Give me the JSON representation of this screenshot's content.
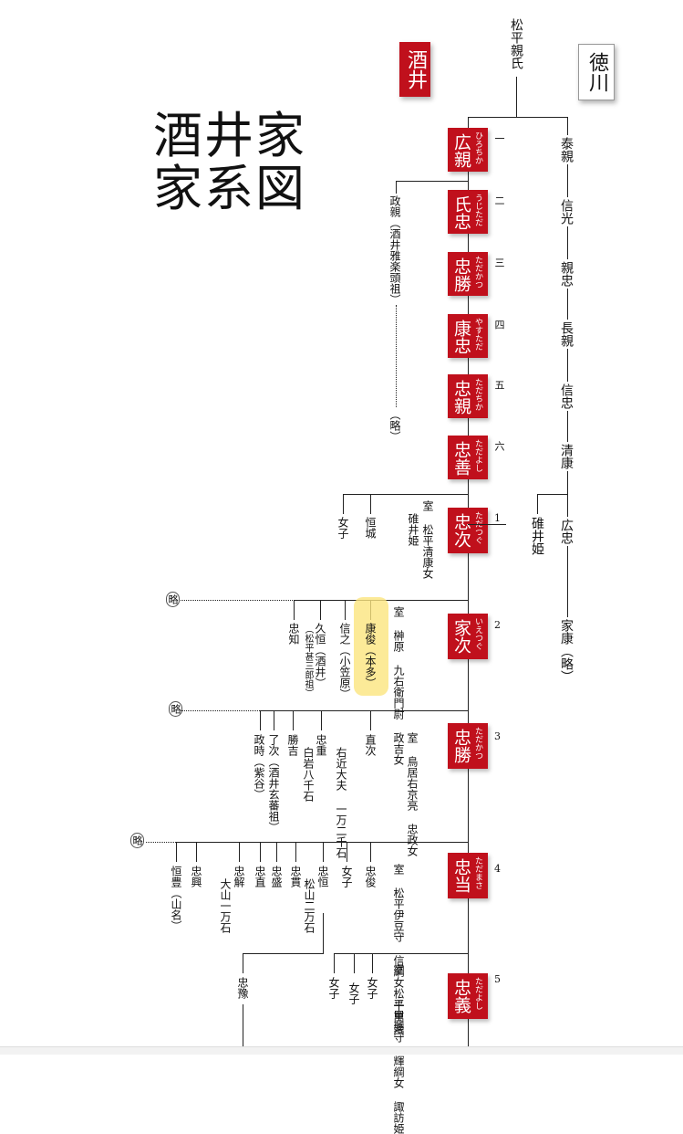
{
  "title": {
    "line1": "酒井家",
    "line2": "家系図"
  },
  "clans": {
    "sakai": "酒井",
    "tokugawa": "徳川"
  },
  "root": "松平親氏",
  "sakai_line": [
    {
      "gen": "一",
      "name": "広親",
      "reading": "ひろちか"
    },
    {
      "gen": "二",
      "name": "氏忠",
      "reading": "うじただ"
    },
    {
      "gen": "三",
      "name": "忠勝",
      "reading": "ただかつ"
    },
    {
      "gen": "四",
      "name": "康忠",
      "reading": "やすただ"
    },
    {
      "gen": "五",
      "name": "忠親",
      "reading": "ただちか"
    },
    {
      "gen": "六",
      "name": "忠善",
      "reading": "ただよし"
    },
    {
      "gen": "1",
      "name": "忠次",
      "reading": "ただつぐ"
    },
    {
      "gen": "2",
      "name": "家次",
      "reading": "いえつぐ"
    },
    {
      "gen": "3",
      "name": "忠勝",
      "reading": "ただかつ"
    },
    {
      "gen": "4",
      "name": "忠当",
      "reading": "ただまさ"
    },
    {
      "gen": "5",
      "name": "忠義",
      "reading": "ただよし"
    }
  ],
  "tokugawa_line": [
    "泰親",
    "信光",
    "親忠",
    "長親",
    "信忠",
    "清康",
    "広忠",
    "家康（略）"
  ],
  "ryaku": "略",
  "texts": {
    "masachika": "政親（酒井雅楽頭祖）",
    "masachika_ryaku": "（略）",
    "tadatsugu_wife": "室 松平清康女",
    "usui_hime": "碓井姫",
    "tadatsugu_c1": "恒城",
    "tadatsugu_c2": "女子",
    "usui_hime_side": "碓井姫",
    "ietsugu_wife": "室 榊原 九右衛門尉 政吉女",
    "ietsugu_c1": "康俊（本多）",
    "ietsugu_c2": "信之（小笠原）",
    "ietsugu_c3": "久恒（酒井）",
    "ietsugu_c3b": "（松平甚三郎祖）",
    "ietsugu_c4": "忠知",
    "tadakatsu_wife": "室 鳥居右京亮 忠政女",
    "tadakatsu_c1": "直次",
    "tadakatsu_c1b": "右近大夫 一万二千石",
    "tadakatsu_c2": "忠重",
    "tadakatsu_c2b": "白岩八千石",
    "tadakatsu_c3": "勝吉",
    "tadakatsu_c4": "了次（酒井玄蕃祖）",
    "tadakatsu_c5": "政時（紫谷）",
    "tadamasa_wife": "室 松平伊豆守 信綱女 千萬姫",
    "tadamasa_c1": "忠俊",
    "tadamasa_c2": "女子",
    "tadamasa_c3": "忠恒",
    "tadamasa_c3b": "松山二万石",
    "tadamasa_c4": "忠貫",
    "tadamasa_c5": "忠盛",
    "tadamasa_c6": "忠直",
    "tadamasa_c7": "忠解",
    "tadamasa_c7b": "大山一万石",
    "tadamasa_c8": "忠興",
    "tadamasa_c9": "恒豊（山名）",
    "tadayoshi_wife": "室 松平甲斐守 輝綱女 諏訪姫",
    "tadayoshi_c1": "女子",
    "tadayoshi_c2": "女子",
    "tadayoshi_c3": "女子",
    "tadayoshi_c4": "忠豫"
  },
  "colors": {
    "accent": "#c0101c",
    "highlight": "#fbe57e"
  }
}
